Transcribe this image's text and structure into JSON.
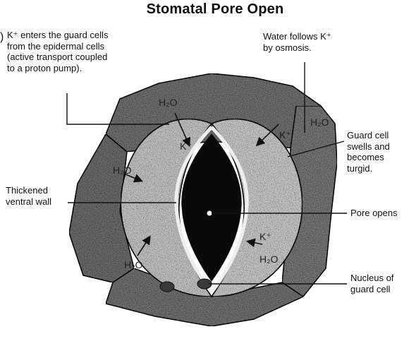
{
  "title": "Stomatal Pore Open",
  "labels": {
    "k_enters": [
      "K⁺ enters the guard cells",
      "from the epidermal cells",
      "(active transport coupled",
      "to a proton pump)."
    ],
    "water_follows": [
      "Water follows K⁺",
      "by osmosis."
    ],
    "guard_cell_swells": [
      "Guard cell",
      "swells and",
      "becomes",
      "turgid."
    ],
    "thickened_wall": [
      "Thickened",
      "ventral wall"
    ],
    "pore_opens": "Pore opens",
    "nucleus": [
      "Nucleus of",
      "guard cell"
    ]
  },
  "cell_annotations": {
    "water_top_left": "H₂O",
    "water_top_right": "H₂O",
    "water_left_mid": "H₂O",
    "water_bottom_left": "H₂O",
    "water_bottom_right": "H₂O",
    "k_left": "K⁺",
    "k_right": "K⁺",
    "k_lower_right": "K⁺"
  },
  "colors": {
    "epidermis_fill": "#707070",
    "guard_cell_fill": "#bdbdbd",
    "pore_fill": "#0a0a0a",
    "line": "#111111"
  }
}
